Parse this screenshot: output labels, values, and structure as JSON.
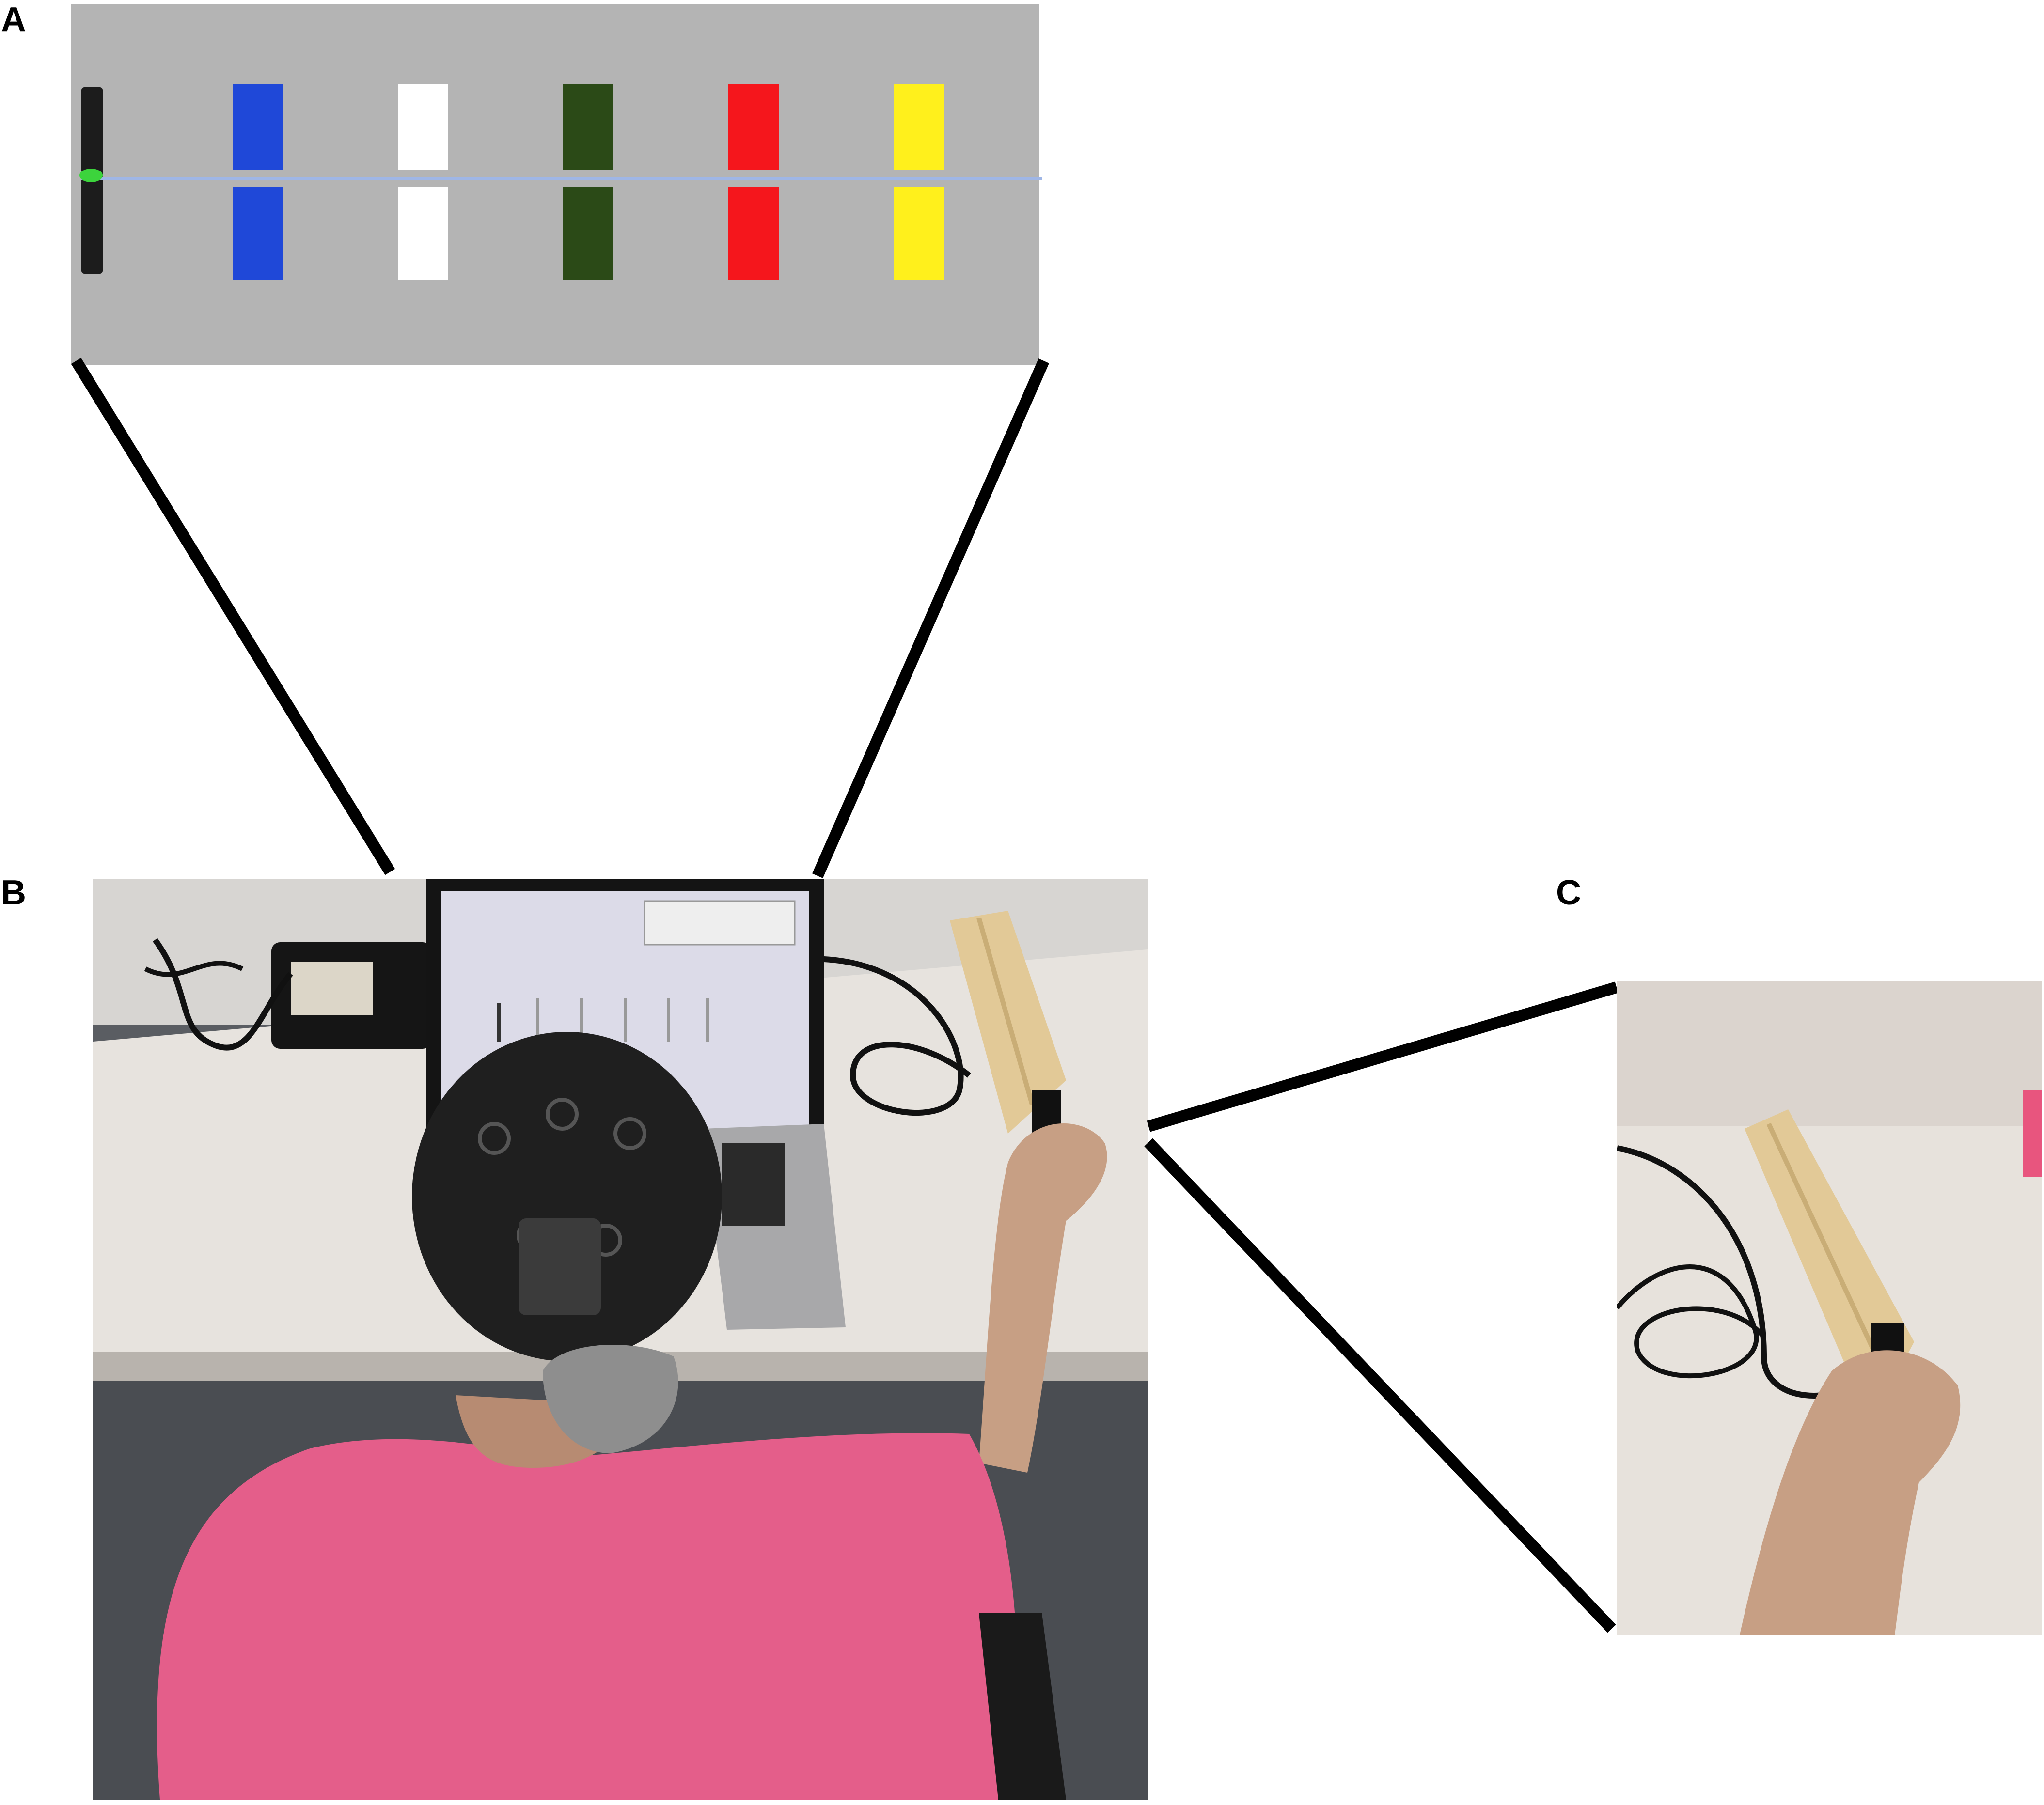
{
  "figure": {
    "panels": {
      "a": {
        "label": "A"
      },
      "b": {
        "label": "B"
      },
      "c": {
        "label": "C"
      }
    },
    "colors": {
      "screen_background": "#b4b4b4",
      "cursor_bar": "#1c1c1c",
      "cursor_marker": "#3cd43c",
      "guide_line": "#9fb6e6",
      "connector_lines": "#000000",
      "shirt": "#e45e8a",
      "eeg_cap": "#1f1f1f",
      "desk": "#e7e3de",
      "wood_block": "#e2c997",
      "skin": "#c79f84"
    },
    "targets": [
      {
        "color_name": "blue",
        "hex": "#1f48d8"
      },
      {
        "color_name": "white",
        "hex": "#ffffff"
      },
      {
        "color_name": "green",
        "hex": "#2b4a17"
      },
      {
        "color_name": "red",
        "hex": "#f5161c"
      },
      {
        "color_name": "yellow",
        "hex": "#fff01c"
      }
    ]
  }
}
